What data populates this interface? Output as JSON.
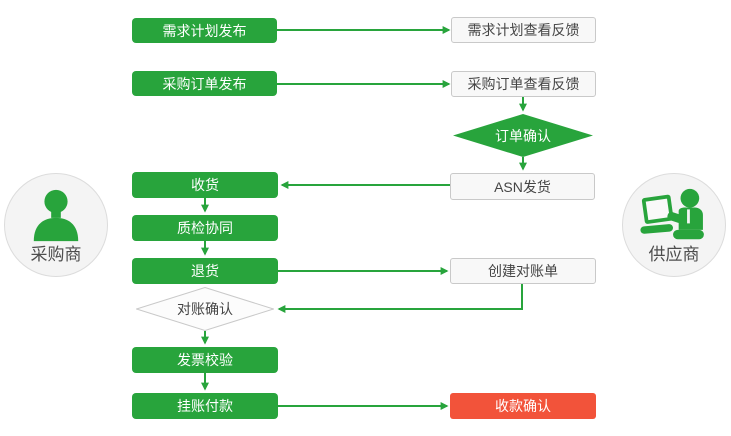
{
  "palette": {
    "green": "#28a43c",
    "red": "#f2533a",
    "box_bg": "#f8f8f8",
    "box_border": "#c9c9c9",
    "text_dark": "#454545",
    "circle_bg": "#f4f4f4",
    "circle_border": "#dcdcdc"
  },
  "actors": {
    "buyer": {
      "label": "采购商",
      "icon": "person-icon"
    },
    "supplier": {
      "label": "供应商",
      "icon": "person-laptop-icon"
    }
  },
  "nodes": {
    "demand_publish": {
      "label": "需求计划发布",
      "type": "process-green"
    },
    "demand_feedback": {
      "label": "需求计划查看反馈",
      "type": "process-outline"
    },
    "po_publish": {
      "label": "采购订单发布",
      "type": "process-green"
    },
    "po_feedback": {
      "label": "采购订单查看反馈",
      "type": "process-outline"
    },
    "order_confirm": {
      "label": "订单确认",
      "type": "decision-green"
    },
    "asn_ship": {
      "label": "ASN发货",
      "type": "process-outline"
    },
    "receive": {
      "label": "收货",
      "type": "process-green"
    },
    "quality_collab": {
      "label": "质检协同",
      "type": "process-green"
    },
    "returns": {
      "label": "退货",
      "type": "process-green"
    },
    "create_statement": {
      "label": "创建对账单",
      "type": "process-outline"
    },
    "recon_confirm": {
      "label": "对账确认",
      "type": "decision-outline"
    },
    "invoice_check": {
      "label": "发票校验",
      "type": "process-green"
    },
    "book_payment": {
      "label": "挂账付款",
      "type": "process-green"
    },
    "receipt_confirm": {
      "label": "收款确认",
      "type": "process-red"
    }
  }
}
